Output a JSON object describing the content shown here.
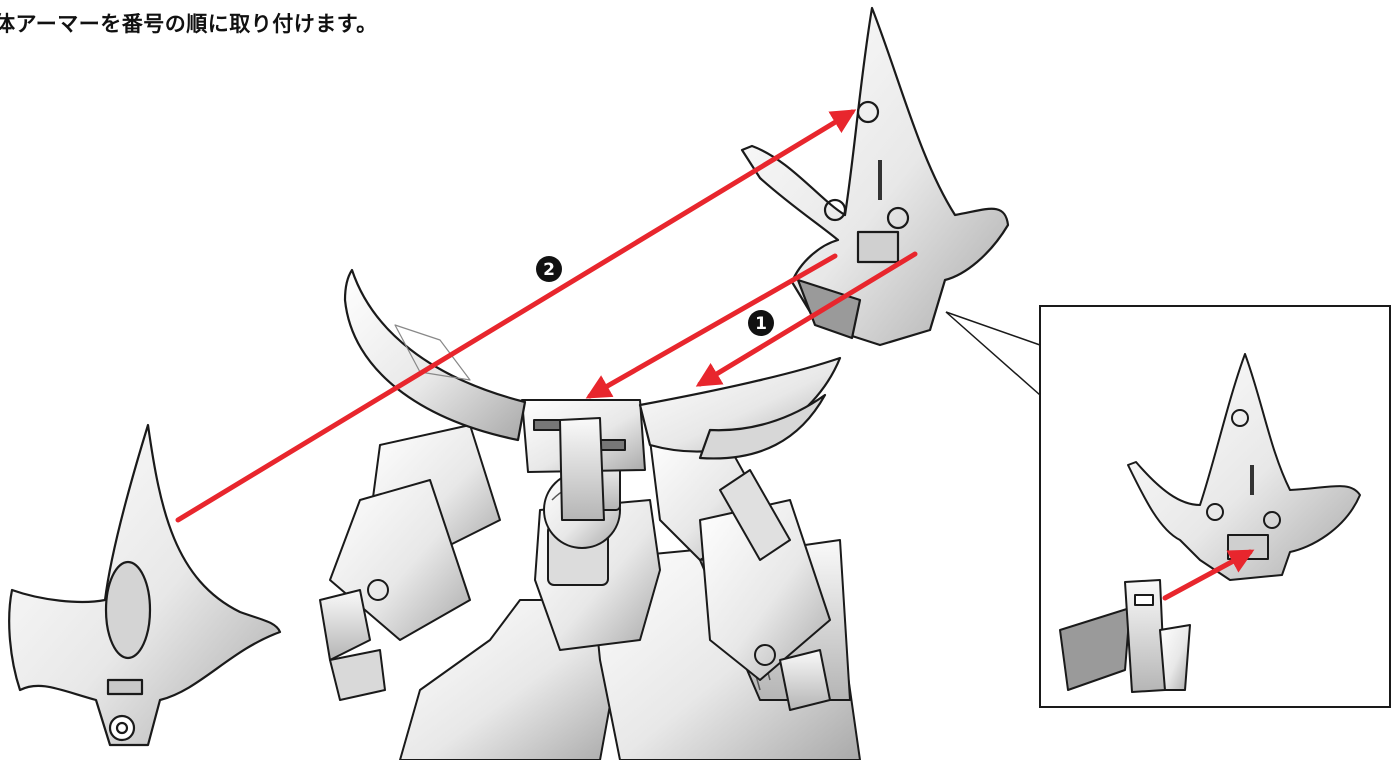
{
  "instruction": {
    "text": "体アーマーを番号の順に取り付けます。"
  },
  "steps": [
    {
      "number": "1",
      "marker": "❶"
    },
    {
      "number": "2",
      "marker": "❷"
    }
  ],
  "colors": {
    "arrow": "#e8262d",
    "line_art": "#1a1a1a",
    "part_fill": "#eeeeee",
    "part_shade": "#bdbdbd",
    "badge": "#111111",
    "background": "#ffffff"
  },
  "icons": {
    "step_badge": "circled-number",
    "arrow": "red-arrow",
    "detail_callout": "magnified-detail-box"
  }
}
